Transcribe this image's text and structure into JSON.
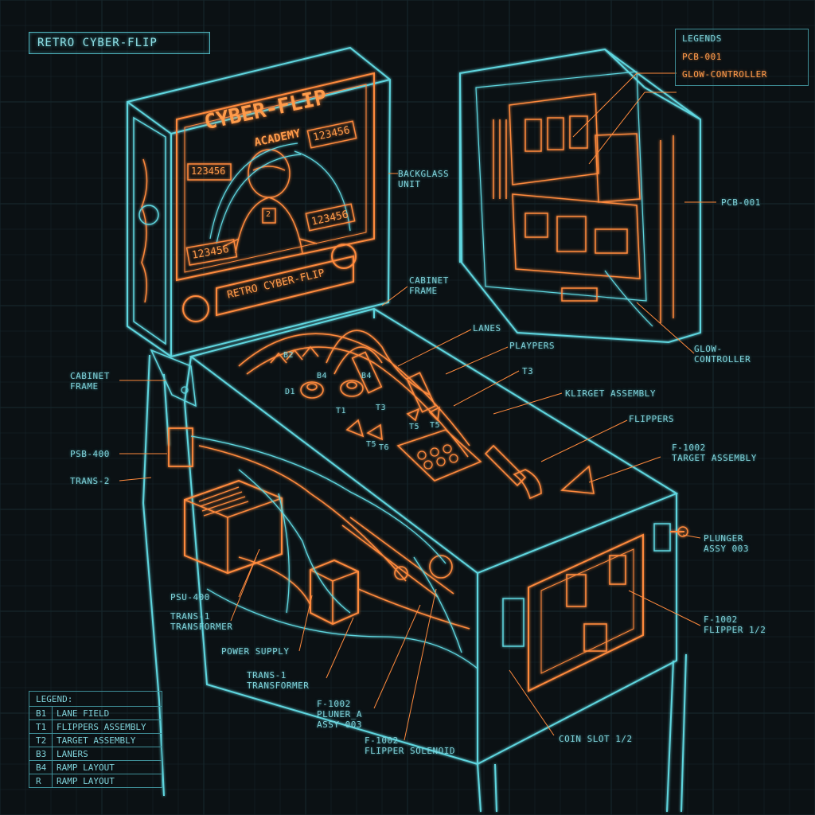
{
  "title": "RETRO CYBER-FLIP",
  "backglass": {
    "headline": "CYBER-FLIP",
    "subhead": "ACADEMY",
    "scores": [
      "123456",
      "123456",
      "123456",
      "123456"
    ],
    "marquee": "RETRO CYBER-FLIP",
    "figure_badge": "2"
  },
  "legend_top": {
    "heading": "LEGENDS",
    "items": [
      "PCB-001",
      "GLOW-CONTROLLER"
    ]
  },
  "legend_bottom": {
    "heading": "LEGEND:",
    "rows": [
      {
        "code": "B1",
        "desc": "LANE FIELD"
      },
      {
        "code": "T1",
        "desc": "FLIPPERS ASSEMBLY"
      },
      {
        "code": "T2",
        "desc": "TARGET ASSEMBLY"
      },
      {
        "code": "B3",
        "desc": "LANERS"
      },
      {
        "code": "B4",
        "desc": "RAMP LAYOUT"
      },
      {
        "code": "R",
        "desc": "RAMP LAYOUT"
      }
    ]
  },
  "callouts": {
    "backglass_unit": "BACKGLASS\nUNIT",
    "pcb_side": "PCB-001",
    "cabinet_frame_top": "CABINET\nFRAME",
    "lanes": "LANES",
    "playpers": "PLAYPERS",
    "glow_controller": "GLOW-\nCONTROLLER",
    "t3_right": "T3",
    "klirget": "KLIRGET ASSEMBLY",
    "flippers": "FLIPPERS",
    "target_assembly": "F-1002\nTARGET ASSEMBLY",
    "cabinet_frame_left": "CABINET\nFRAME",
    "psb": "PSB-400",
    "trans2": "TRANS-2",
    "plunger": "PLUNGER\nASSY 003",
    "psu": "PSU-400",
    "trans1_a": "TRANS-1\nTRANSFORMER",
    "flipper12": "F-1002\nFLIPPER 1/2",
    "power_supply": "POWER SUPPLY",
    "trans1_b": "TRANS-1\nTRANSFORMER",
    "pluner": "F-1002\nPLUNER_A\nASSY 003",
    "solenoid": "F-1002\nFLIPPER SOLENOID",
    "coin_slot": "COIN SLOT 1/2"
  },
  "playfield_labels": [
    "B2",
    "B4",
    "B4",
    "D1",
    "T1",
    "T3",
    "T5",
    "T5",
    "T5",
    "T6"
  ],
  "colors": {
    "background": "#0b1114",
    "cyan_line": "#5fd6df",
    "orange_glow": "#ff8a3d",
    "grid": "#16262b"
  }
}
